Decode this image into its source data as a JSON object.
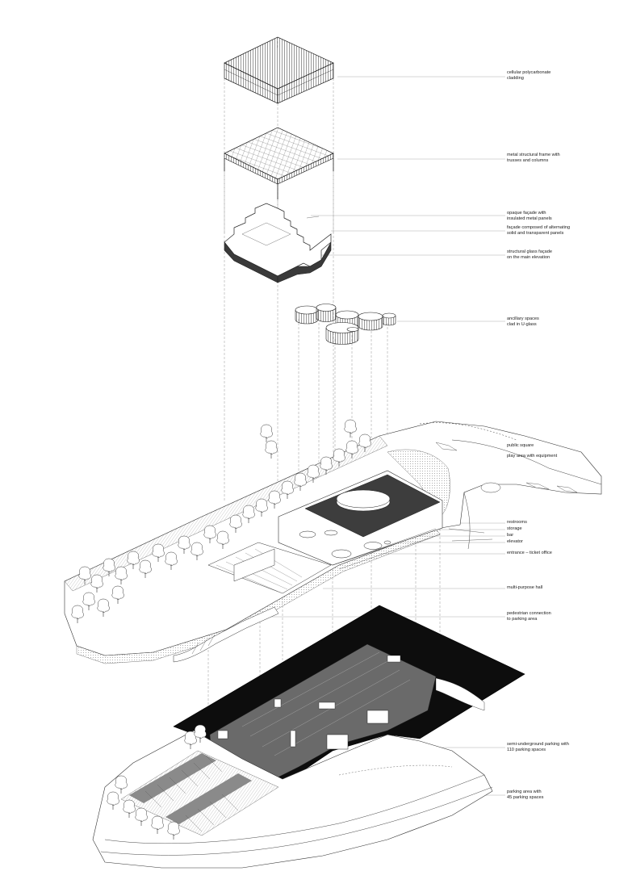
{
  "labels": [
    {
      "id": "cladding",
      "lines": [
        "cellular polycarbonate",
        "cladding"
      ]
    },
    {
      "id": "frame",
      "lines": [
        "metal structural frame with",
        "trusses and columns"
      ]
    },
    {
      "id": "opaque",
      "lines": [
        "opaque façade with",
        "insulated metal panels"
      ]
    },
    {
      "id": "alternating",
      "lines": [
        "façade composed of alternating",
        "solid and transparent panels"
      ]
    },
    {
      "id": "glass",
      "lines": [
        "structural glass façade",
        "on the main elevation"
      ]
    },
    {
      "id": "ancillary",
      "lines": [
        "ancillary spaces",
        "clad in U-glass"
      ]
    },
    {
      "id": "square",
      "lines": [
        "public square"
      ]
    },
    {
      "id": "play",
      "lines": [
        "play area with equipment"
      ]
    },
    {
      "id": "restrooms",
      "lines": [
        "restrooms"
      ]
    },
    {
      "id": "storage",
      "lines": [
        "storage"
      ]
    },
    {
      "id": "bar",
      "lines": [
        "bar"
      ]
    },
    {
      "id": "elevator",
      "lines": [
        "elevator"
      ]
    },
    {
      "id": "entrance",
      "lines": [
        "entrance – ticket office"
      ]
    },
    {
      "id": "hall",
      "lines": [
        "multi-purpose hall"
      ]
    },
    {
      "id": "pedestrian",
      "lines": [
        "pedestrian connection",
        "to parking area"
      ]
    },
    {
      "id": "underground",
      "lines": [
        "semi-underground parking with",
        "110 parking spaces"
      ]
    },
    {
      "id": "parking45",
      "lines": [
        "parking area with",
        "45 parking spaces"
      ]
    }
  ]
}
